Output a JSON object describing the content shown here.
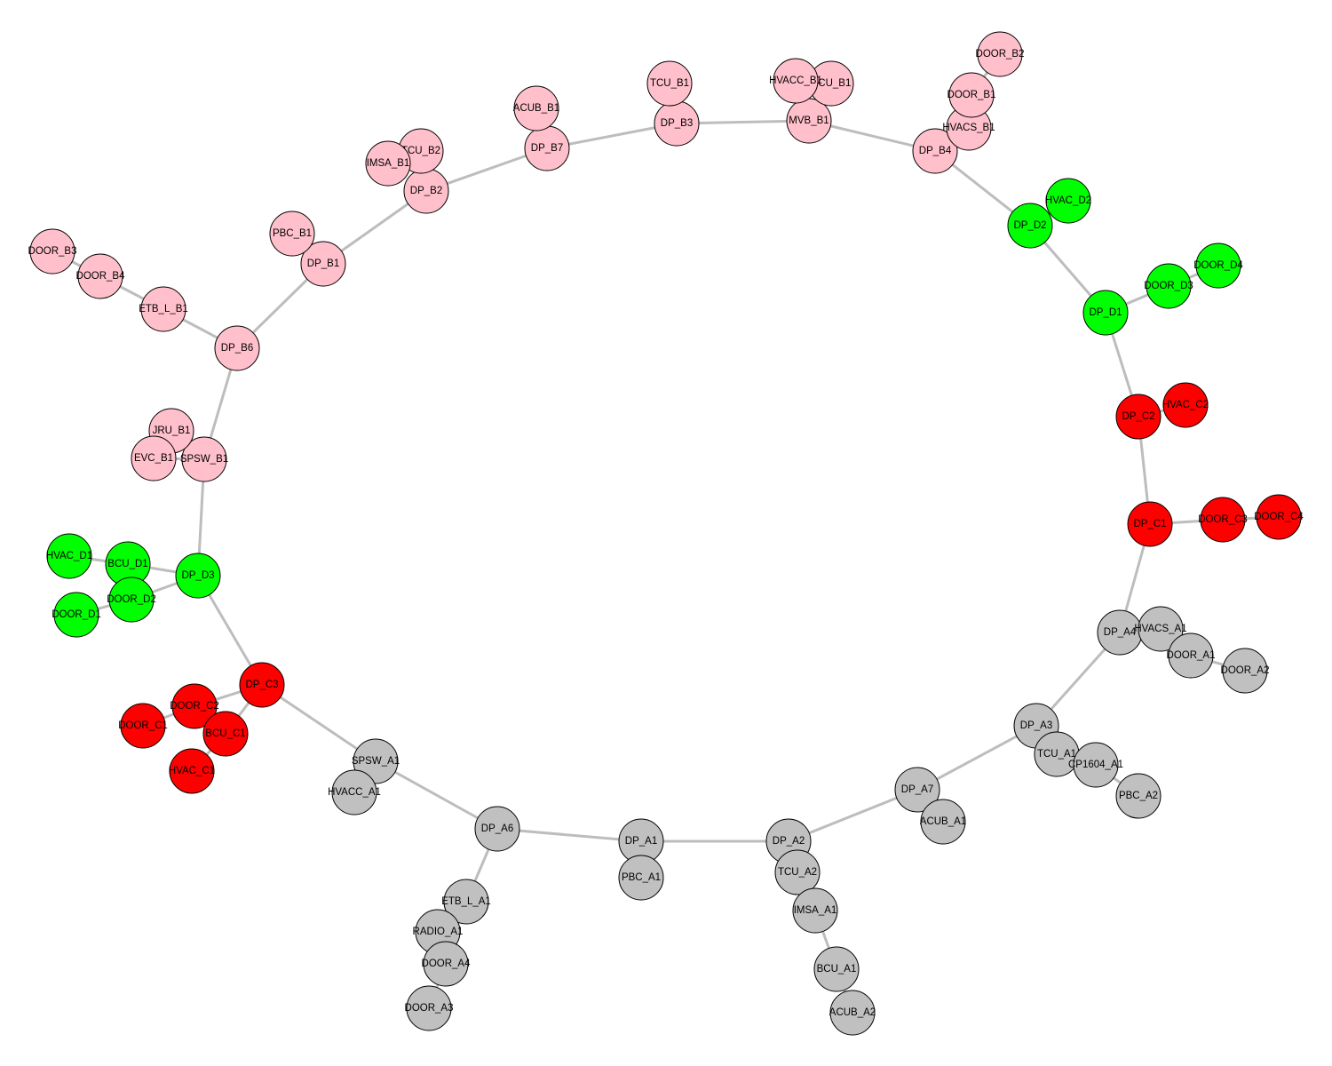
{
  "colors": {
    "group_a": "#c0c0c0",
    "group_b": "#ffc0cb",
    "group_c": "#ff0000",
    "group_d": "#00ff00",
    "edge": "#bdbdbd"
  },
  "nodes": [
    {
      "id": "DP_A1",
      "label": "DP_A1",
      "group": "group_a"
    },
    {
      "id": "PBC_A1",
      "label": "PBC_A1",
      "group": "group_a"
    },
    {
      "id": "DP_A2",
      "label": "DP_A2",
      "group": "group_a"
    },
    {
      "id": "TCU_A2",
      "label": "TCU_A2",
      "group": "group_a"
    },
    {
      "id": "IMSA_A1",
      "label": "IMSA_A1",
      "group": "group_a"
    },
    {
      "id": "BCU_A1",
      "label": "BCU_A1",
      "group": "group_a"
    },
    {
      "id": "ACUB_A2",
      "label": "ACUB_A2",
      "group": "group_a"
    },
    {
      "id": "DP_A7",
      "label": "DP_A7",
      "group": "group_a"
    },
    {
      "id": "ACUB_A1",
      "label": "ACUB_A1",
      "group": "group_a"
    },
    {
      "id": "DP_A3",
      "label": "DP_A3",
      "group": "group_a"
    },
    {
      "id": "TCU_A1",
      "label": "TCU_A1",
      "group": "group_a"
    },
    {
      "id": "CP1604_A1",
      "label": "CP1604_A1",
      "group": "group_a"
    },
    {
      "id": "PBC_A2",
      "label": "PBC_A2",
      "group": "group_a"
    },
    {
      "id": "DP_A4",
      "label": "DP_A4",
      "group": "group_a"
    },
    {
      "id": "HVACS_A1",
      "label": "HVACS_A1",
      "group": "group_a"
    },
    {
      "id": "DOOR_A1",
      "label": "DOOR_A1",
      "group": "group_a"
    },
    {
      "id": "DOOR_A2",
      "label": "DOOR_A2",
      "group": "group_a"
    },
    {
      "id": "DP_A6",
      "label": "DP_A6",
      "group": "group_a"
    },
    {
      "id": "ETB_L_A1",
      "label": "ETB_L_A1",
      "group": "group_a"
    },
    {
      "id": "RADIO_A1",
      "label": "RADIO_A1",
      "group": "group_a"
    },
    {
      "id": "DOOR_A4",
      "label": "DOOR_A4",
      "group": "group_a"
    },
    {
      "id": "DOOR_A3",
      "label": "DOOR_A3",
      "group": "group_a"
    },
    {
      "id": "SPSW_A1",
      "label": "SPSW_A1",
      "group": "group_a"
    },
    {
      "id": "HVACC_A1",
      "label": "HVACC_A1",
      "group": "group_a"
    },
    {
      "id": "DP_C1",
      "label": "DP_C1",
      "group": "group_c"
    },
    {
      "id": "DOOR_C3",
      "label": "DOOR_C3",
      "group": "group_c"
    },
    {
      "id": "DOOR_C4",
      "label": "DOOR_C4",
      "group": "group_c"
    },
    {
      "id": "DP_C2",
      "label": "DP_C2",
      "group": "group_c"
    },
    {
      "id": "HVAC_C2",
      "label": "HVAC_C2",
      "group": "group_c"
    },
    {
      "id": "DP_C3",
      "label": "DP_C3",
      "group": "group_c"
    },
    {
      "id": "DOOR_C2",
      "label": "DOOR_C2",
      "group": "group_c"
    },
    {
      "id": "DOOR_C1",
      "label": "DOOR_C1",
      "group": "group_c"
    },
    {
      "id": "BCU_C1",
      "label": "BCU_C1",
      "group": "group_c"
    },
    {
      "id": "HVAC_C1",
      "label": "HVAC_C1",
      "group": "group_c"
    },
    {
      "id": "DP_D1",
      "label": "DP_D1",
      "group": "group_d"
    },
    {
      "id": "DOOR_D3",
      "label": "DOOR_D3",
      "group": "group_d"
    },
    {
      "id": "DOOR_D4",
      "label": "DOOR_D4",
      "group": "group_d"
    },
    {
      "id": "DP_D2",
      "label": "DP_D2",
      "group": "group_d"
    },
    {
      "id": "HVAC_D2",
      "label": "HVAC_D2",
      "group": "group_d"
    },
    {
      "id": "DP_D3",
      "label": "DP_D3",
      "group": "group_d"
    },
    {
      "id": "BCU_D1",
      "label": "BCU_D1",
      "group": "group_d"
    },
    {
      "id": "HVAC_D1",
      "label": "HVAC_D1",
      "group": "group_d"
    },
    {
      "id": "DOOR_D2",
      "label": "DOOR_D2",
      "group": "group_d"
    },
    {
      "id": "DOOR_D1",
      "label": "DOOR_D1",
      "group": "group_d"
    },
    {
      "id": "DP_B6",
      "label": "DP_B6",
      "group": "group_b"
    },
    {
      "id": "ETB_L_B1",
      "label": "ETB_L_B1",
      "group": "group_b"
    },
    {
      "id": "DOOR_B4",
      "label": "DOOR_B4",
      "group": "group_b"
    },
    {
      "id": "DOOR_B3",
      "label": "DOOR_B3",
      "group": "group_b"
    },
    {
      "id": "SPSW_B1",
      "label": "SPSW_B1",
      "group": "group_b"
    },
    {
      "id": "JRU_B1",
      "label": "JRU_B1",
      "group": "group_b"
    },
    {
      "id": "EVC_B1",
      "label": "EVC_B1",
      "group": "group_b"
    },
    {
      "id": "DP_B1",
      "label": "DP_B1",
      "group": "group_b"
    },
    {
      "id": "PBC_B1",
      "label": "PBC_B1",
      "group": "group_b"
    },
    {
      "id": "DP_B2",
      "label": "DP_B2",
      "group": "group_b"
    },
    {
      "id": "TCU_B2",
      "label": "TCU_B2",
      "group": "group_b"
    },
    {
      "id": "IMSA_B1",
      "label": "IMSA_B1",
      "group": "group_b"
    },
    {
      "id": "DP_B7",
      "label": "DP_B7",
      "group": "group_b"
    },
    {
      "id": "ACUB_B1",
      "label": "ACUB_B1",
      "group": "group_b"
    },
    {
      "id": "DP_B3",
      "label": "DP_B3",
      "group": "group_b"
    },
    {
      "id": "TCU_B1",
      "label": "TCU_B1",
      "group": "group_b"
    },
    {
      "id": "MVB_B1",
      "label": "MVB_B1",
      "group": "group_b"
    },
    {
      "id": "BCU_B1",
      "label": "BCU_B1",
      "group": "group_b"
    },
    {
      "id": "HVACC_B1",
      "label": "HVACC_B1",
      "group": "group_b"
    },
    {
      "id": "DP_B4",
      "label": "DP_B4",
      "group": "group_b"
    },
    {
      "id": "HVACS_B1",
      "label": "HVACS_B1",
      "group": "group_b"
    },
    {
      "id": "DOOR_B1",
      "label": "DOOR_B1",
      "group": "group_b"
    },
    {
      "id": "DOOR_B2",
      "label": "DOOR_B2",
      "group": "group_b"
    }
  ],
  "edges": [
    [
      "DP_A1",
      "DP_A2"
    ],
    [
      "DP_A1",
      "DP_A6"
    ],
    [
      "DP_A1",
      "PBC_A1"
    ],
    [
      "DP_A2",
      "DP_A7"
    ],
    [
      "DP_A2",
      "TCU_A2"
    ],
    [
      "TCU_A2",
      "IMSA_A1"
    ],
    [
      "IMSA_A1",
      "BCU_A1"
    ],
    [
      "BCU_A1",
      "ACUB_A2"
    ],
    [
      "DP_A7",
      "DP_A3"
    ],
    [
      "DP_A7",
      "ACUB_A1"
    ],
    [
      "DP_A3",
      "DP_A4"
    ],
    [
      "DP_A3",
      "TCU_A1"
    ],
    [
      "TCU_A1",
      "CP1604_A1"
    ],
    [
      "CP1604_A1",
      "PBC_A2"
    ],
    [
      "DP_A4",
      "DP_C1"
    ],
    [
      "DP_A4",
      "HVACS_A1"
    ],
    [
      "HVACS_A1",
      "DOOR_A1"
    ],
    [
      "DOOR_A1",
      "DOOR_A2"
    ],
    [
      "DP_A6",
      "SPSW_A1"
    ],
    [
      "SPSW_A1",
      "HVACC_A1"
    ],
    [
      "SPSW_A1",
      "DP_C3"
    ],
    [
      "DP_A6",
      "ETB_L_A1"
    ],
    [
      "ETB_L_A1",
      "RADIO_A1"
    ],
    [
      "RADIO_A1",
      "DOOR_A4"
    ],
    [
      "DOOR_A4",
      "DOOR_A3"
    ],
    [
      "DP_C1",
      "DP_C2"
    ],
    [
      "DP_C1",
      "DOOR_C3"
    ],
    [
      "DOOR_C3",
      "DOOR_C4"
    ],
    [
      "DP_C2",
      "HVAC_C2"
    ],
    [
      "DP_C2",
      "DP_D1"
    ],
    [
      "DP_C3",
      "DP_D3"
    ],
    [
      "DP_C3",
      "DOOR_C2"
    ],
    [
      "DOOR_C2",
      "DOOR_C1"
    ],
    [
      "DP_C3",
      "BCU_C1"
    ],
    [
      "BCU_C1",
      "HVAC_C1"
    ],
    [
      "DP_D1",
      "DP_D2"
    ],
    [
      "DP_D1",
      "DOOR_D3"
    ],
    [
      "DOOR_D3",
      "DOOR_D4"
    ],
    [
      "DP_D2",
      "HVAC_D2"
    ],
    [
      "DP_D2",
      "DP_B4"
    ],
    [
      "DP_D3",
      "SPSW_B1"
    ],
    [
      "DP_D3",
      "BCU_D1"
    ],
    [
      "BCU_D1",
      "HVAC_D1"
    ],
    [
      "DP_D3",
      "DOOR_D2"
    ],
    [
      "DOOR_D2",
      "DOOR_D1"
    ],
    [
      "SPSW_B1",
      "DP_B6"
    ],
    [
      "SPSW_B1",
      "JRU_B1"
    ],
    [
      "SPSW_B1",
      "EVC_B1"
    ],
    [
      "DP_B6",
      "DP_B1"
    ],
    [
      "DP_B6",
      "ETB_L_B1"
    ],
    [
      "ETB_L_B1",
      "DOOR_B4"
    ],
    [
      "DOOR_B4",
      "DOOR_B3"
    ],
    [
      "DP_B1",
      "DP_B2"
    ],
    [
      "DP_B1",
      "PBC_B1"
    ],
    [
      "DP_B2",
      "DP_B7"
    ],
    [
      "DP_B2",
      "TCU_B2"
    ],
    [
      "TCU_B2",
      "IMSA_B1"
    ],
    [
      "DP_B7",
      "DP_B3"
    ],
    [
      "DP_B7",
      "ACUB_B1"
    ],
    [
      "DP_B3",
      "MVB_B1"
    ],
    [
      "DP_B3",
      "TCU_B1"
    ],
    [
      "MVB_B1",
      "DP_B4"
    ],
    [
      "MVB_B1",
      "BCU_B1"
    ],
    [
      "BCU_B1",
      "HVACC_B1"
    ],
    [
      "DP_B4",
      "HVACS_B1"
    ],
    [
      "HVACS_B1",
      "DOOR_B1"
    ],
    [
      "DOOR_B1",
      "DOOR_B2"
    ]
  ]
}
